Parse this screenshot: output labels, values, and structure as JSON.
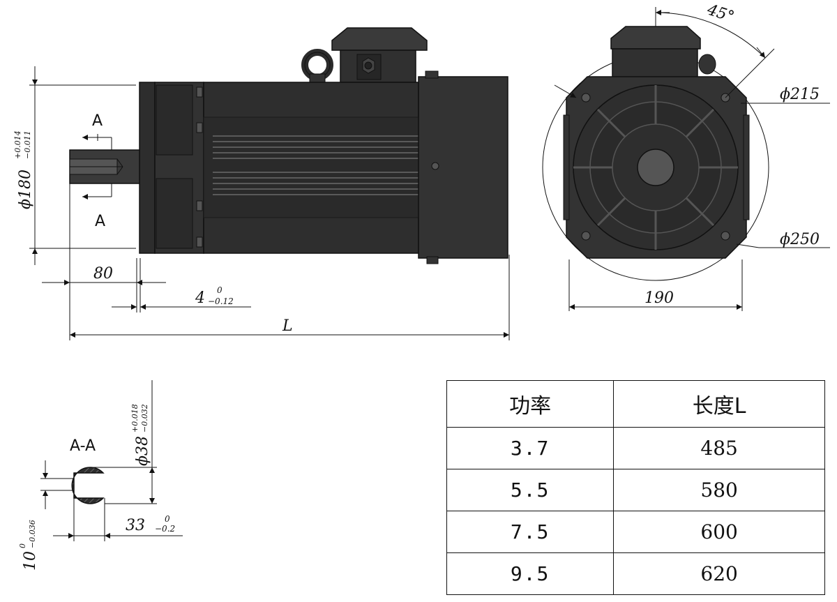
{
  "side_view": {
    "section_mark_top": "A",
    "section_mark_bottom": "A",
    "dim_diameter": "ϕ180",
    "dim_diameter_tol_upper": "+0.014",
    "dim_diameter_tol_lower": "−0.011",
    "dim_shaft_length": "80",
    "dim_flange": "4",
    "dim_flange_tol_upper": "0",
    "dim_flange_tol_lower": "−0.12",
    "dim_total_length": "L"
  },
  "front_view": {
    "angle": "45°",
    "pcd_inner": "ϕ215",
    "pcd_outer": "ϕ250",
    "width": "190"
  },
  "section_view": {
    "title": "A-A",
    "shaft_diameter": "ϕ38",
    "shaft_tol_upper": "+0.018",
    "shaft_tol_lower": "−0.032",
    "key_depth": "33",
    "key_depth_tol_upper": "0",
    "key_depth_tol_lower": "−0.2",
    "key_width": "10",
    "key_width_tol_upper": "0",
    "key_width_tol_lower": "−0.036"
  },
  "spec_table": {
    "header_power": "功率",
    "header_length": "长度L",
    "rows": [
      {
        "power": "3.7",
        "length": "485"
      },
      {
        "power": "5.5",
        "length": "580"
      },
      {
        "power": "7.5",
        "length": "600"
      },
      {
        "power": "9.5",
        "length": "620"
      }
    ]
  }
}
